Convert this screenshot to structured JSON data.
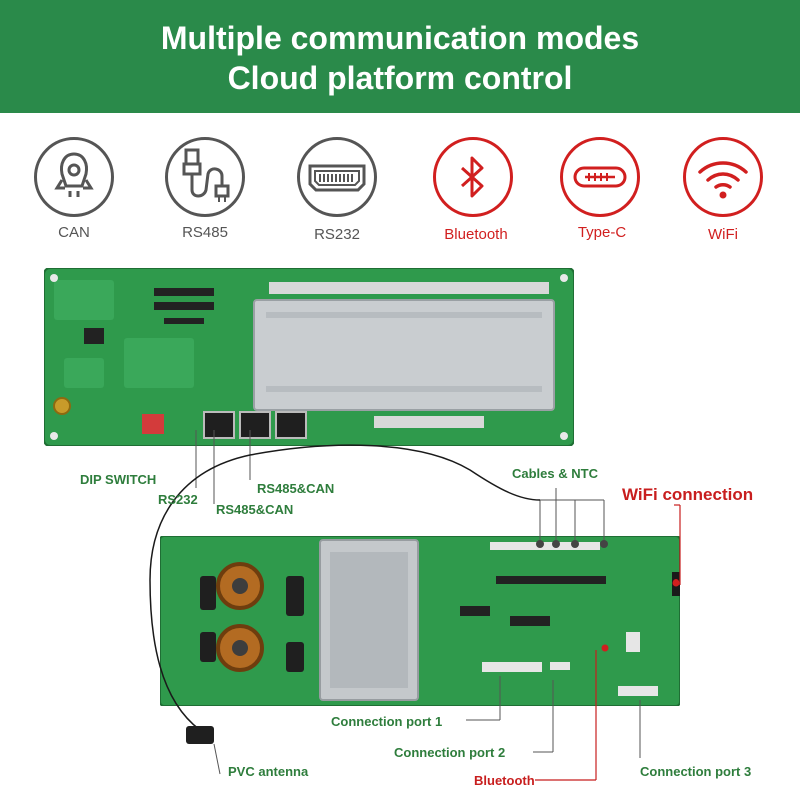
{
  "header": {
    "line1": "Multiple communication modes",
    "line2": "Cloud platform control",
    "bg_color": "#2a8a4a"
  },
  "modes": [
    {
      "label": "CAN",
      "icon": "can-icon",
      "color": "#555555"
    },
    {
      "label": "RS485",
      "icon": "usb-cable-icon",
      "color": "#555555"
    },
    {
      "label": "RS232",
      "icon": "serial-port-icon",
      "color": "#555555"
    },
    {
      "label": "Bluetooth",
      "icon": "bluetooth-icon",
      "color": "#d11f1f"
    },
    {
      "label": "Type-C",
      "icon": "type-c-icon",
      "color": "#d11f1f"
    },
    {
      "label": "WiFi",
      "icon": "wifi-icon",
      "color": "#d11f1f"
    }
  ],
  "callouts": {
    "dip_switch": "DIP SWITCH",
    "rs232": "RS232",
    "rs485_can_1": "RS485&CAN",
    "rs485_can_2": "RS485&CAN",
    "cables_ntc": "Cables & NTC",
    "wifi_connection": "WiFi connection",
    "connection_port_1": "Connection port 1",
    "connection_port_2": "Connection port 2",
    "bluetooth": "Bluetooth",
    "connection_port_3": "Connection port 3",
    "pvc_antenna": "PVC antenna"
  },
  "colors": {
    "callout_green": "#2e7d3c",
    "callout_red": "#c81e1e",
    "pcb_green": "#2f9a4c"
  }
}
